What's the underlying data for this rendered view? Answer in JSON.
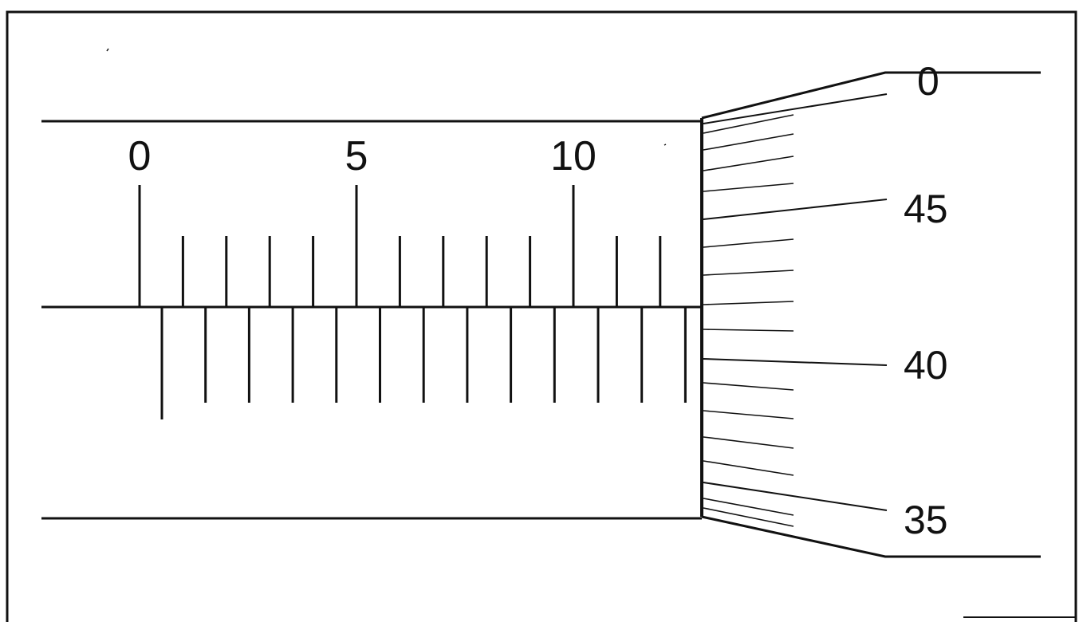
{
  "main_scale": {
    "numbers": [
      "0",
      "5",
      "10"
    ]
  },
  "thimble": {
    "labels": [
      "45",
      "40",
      "35"
    ],
    "clipped_top_label": "0"
  },
  "colors": {
    "ink": "#111111",
    "background": "#ffffff"
  }
}
